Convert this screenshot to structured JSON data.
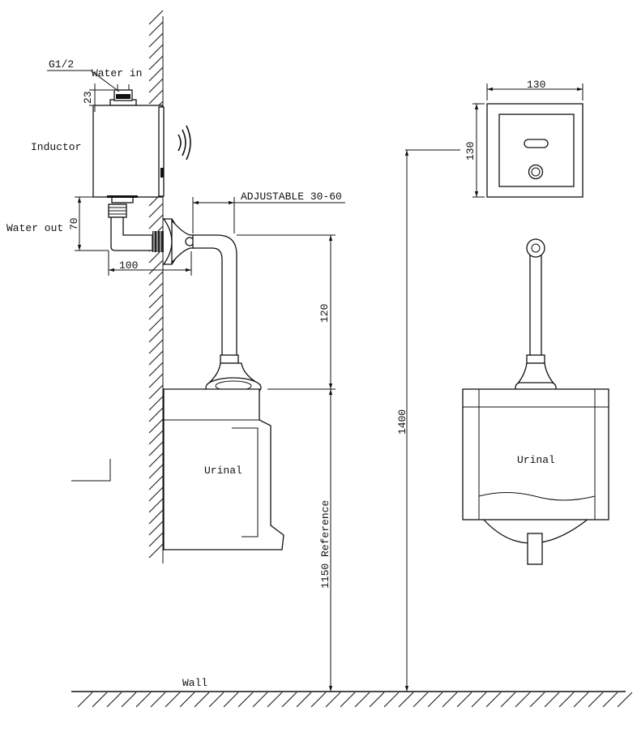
{
  "labels": {
    "g12": "G1/2",
    "water_in": "Water in",
    "dim_23": "23",
    "inductor": "Inductor",
    "water_out": "Water out",
    "dim_70": "70",
    "dim_100": "100",
    "adjustable": "ADJUSTABLE 30-60",
    "dim_120": "120",
    "urinal_side": "Urinal",
    "ref_1150": "1150 Reference",
    "dim_1400": "1400",
    "dim_130_w": "130",
    "dim_130_h": "130",
    "urinal_front": "Urinal",
    "wall": "Wall"
  }
}
